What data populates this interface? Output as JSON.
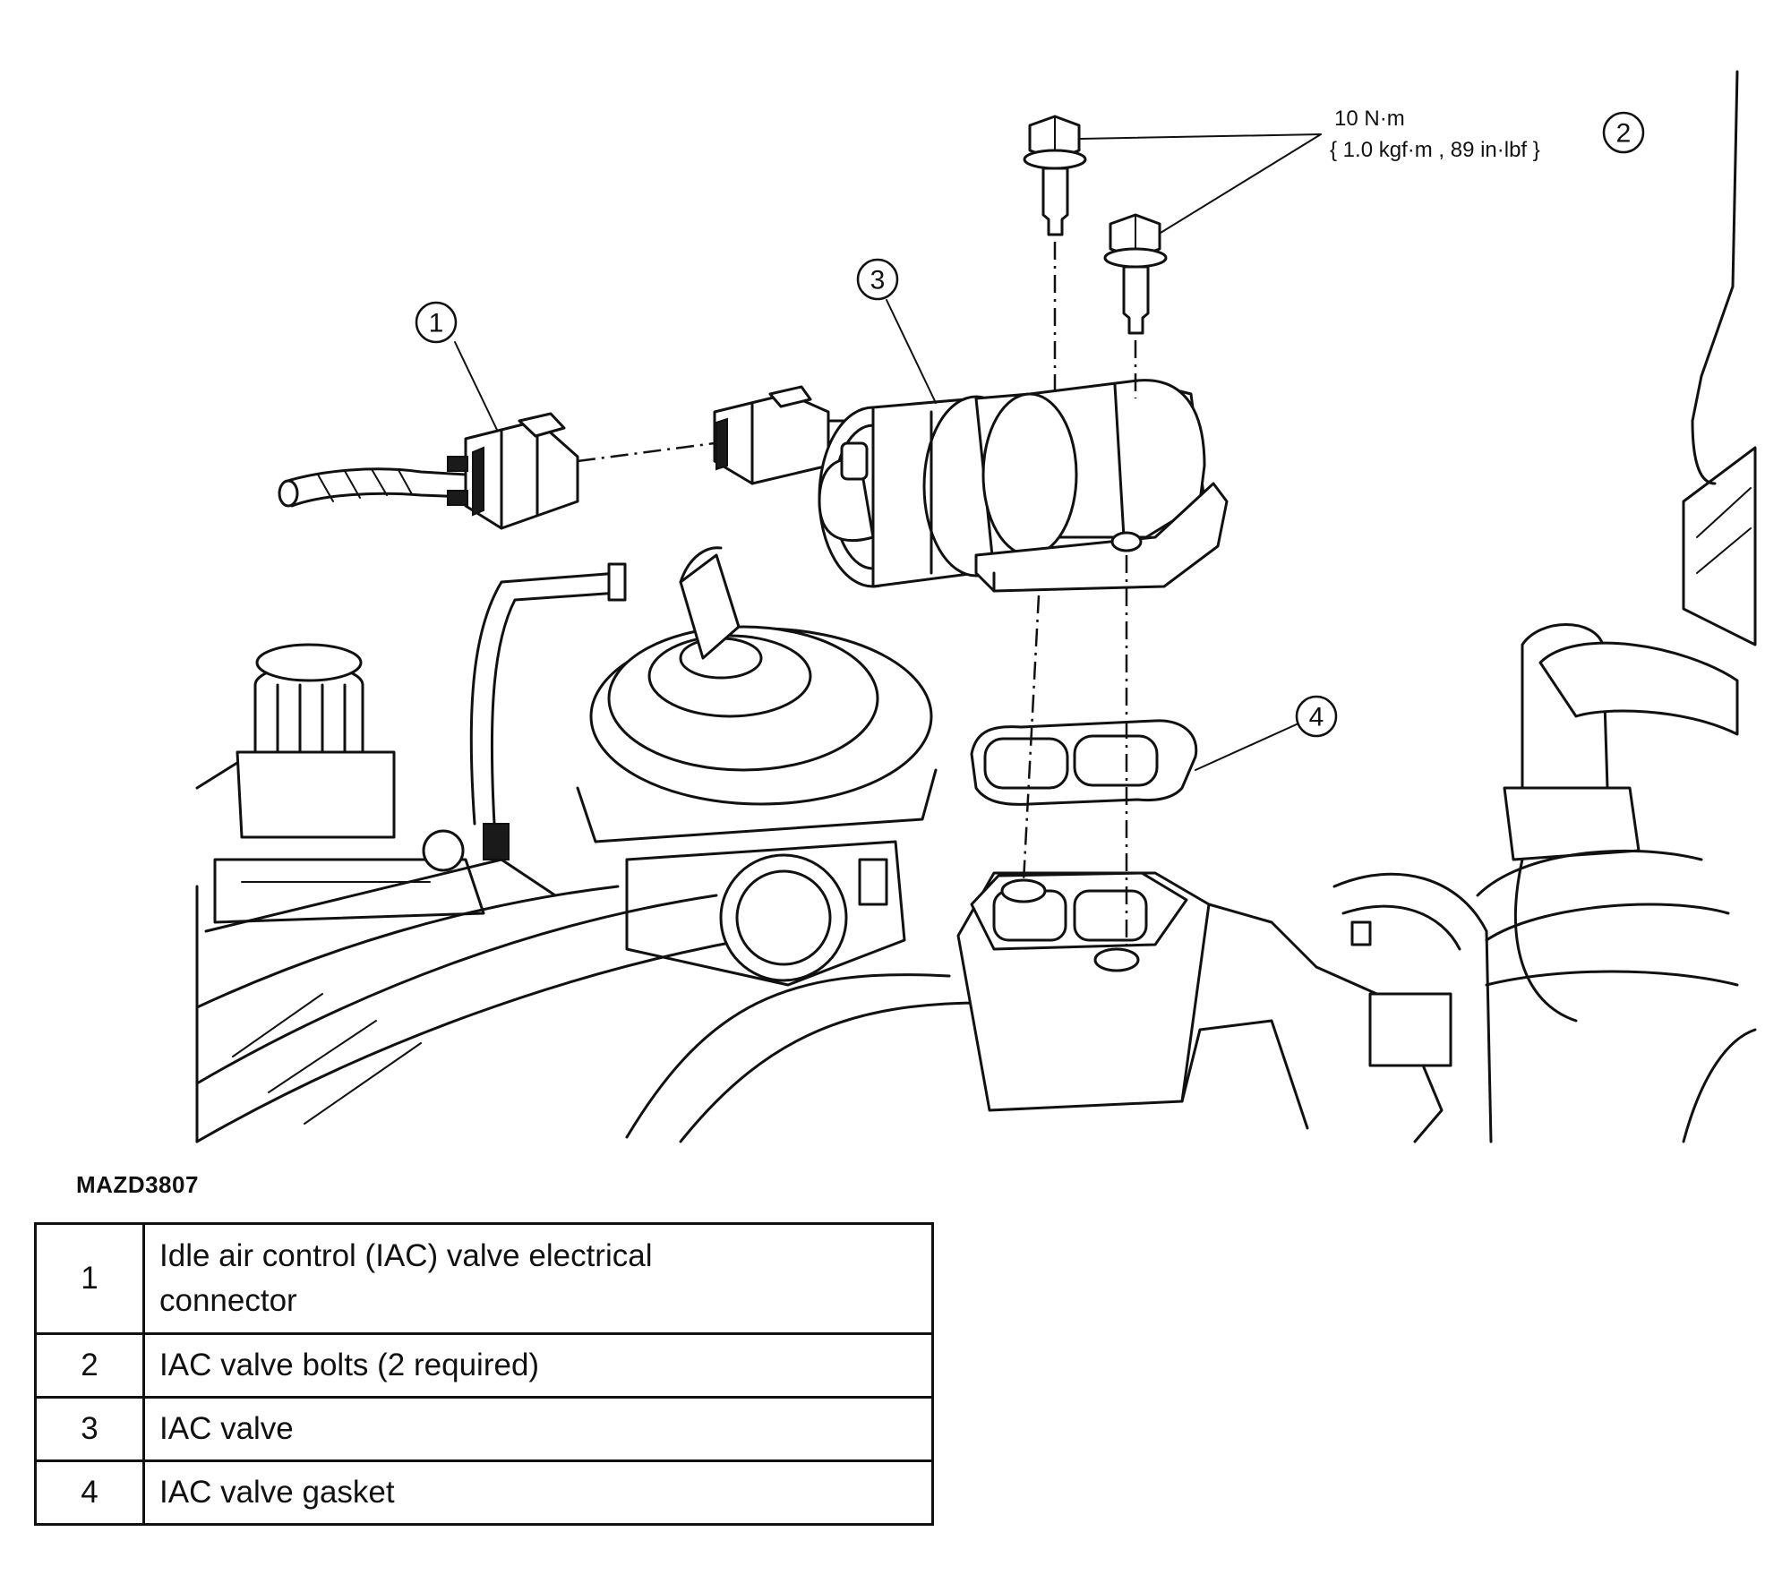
{
  "figure": {
    "code": "MAZD3807",
    "torque_spec": {
      "line1": "10 N·m",
      "line2": "{ 1.0 kgf·m , 89 in·lbf }"
    },
    "callouts": [
      "1",
      "2",
      "3",
      "4"
    ]
  },
  "legend": {
    "rows": [
      {
        "num": "1",
        "desc_line1": "Idle air control (IAC) valve electrical",
        "desc_line2": "connector"
      },
      {
        "num": "2",
        "desc": "IAC valve bolts (2 required)"
      },
      {
        "num": "3",
        "desc": "IAC valve"
      },
      {
        "num": "4",
        "desc": "IAC valve gasket"
      }
    ]
  }
}
